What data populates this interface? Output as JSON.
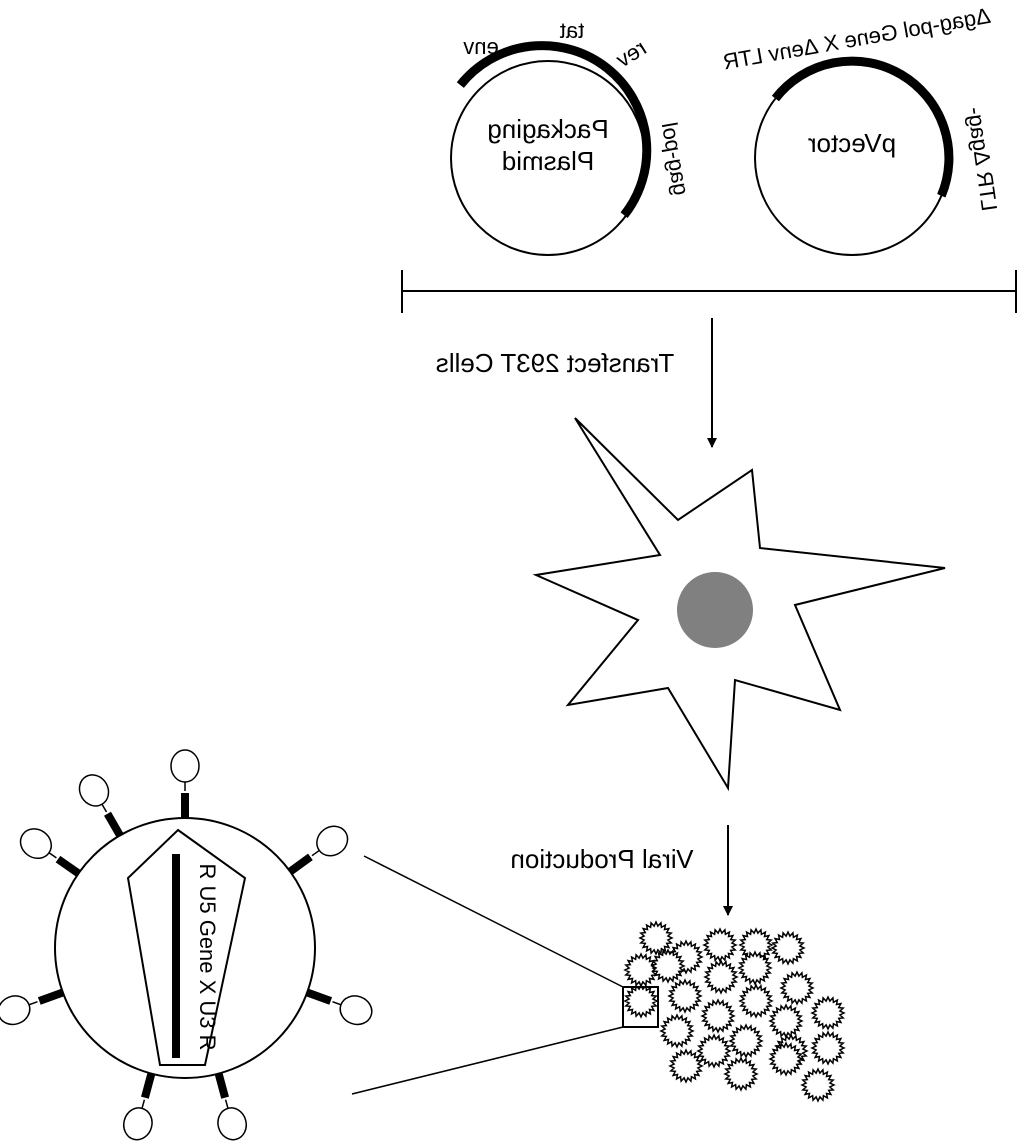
{
  "packaging_plasmid": {
    "name_line1": "Packaging",
    "name_line2": "Plasmid",
    "genes": {
      "env": "env",
      "tat": "tat",
      "rev": "rev",
      "gag_pol": "gag-pol"
    }
  },
  "vector_plasmid": {
    "name": "pVector",
    "insert_top": "Δgag-pol Gene X Δenv LTR",
    "insert_right": "LTR Δgag-"
  },
  "steps": {
    "transfect": "Transfect 293T Cells",
    "production": "Viral Production"
  },
  "virion": {
    "genome": "R U5 Gene X U3 R"
  },
  "colors": {
    "line": "#000000",
    "nucleus": "#808080",
    "background": "#ffffff"
  }
}
